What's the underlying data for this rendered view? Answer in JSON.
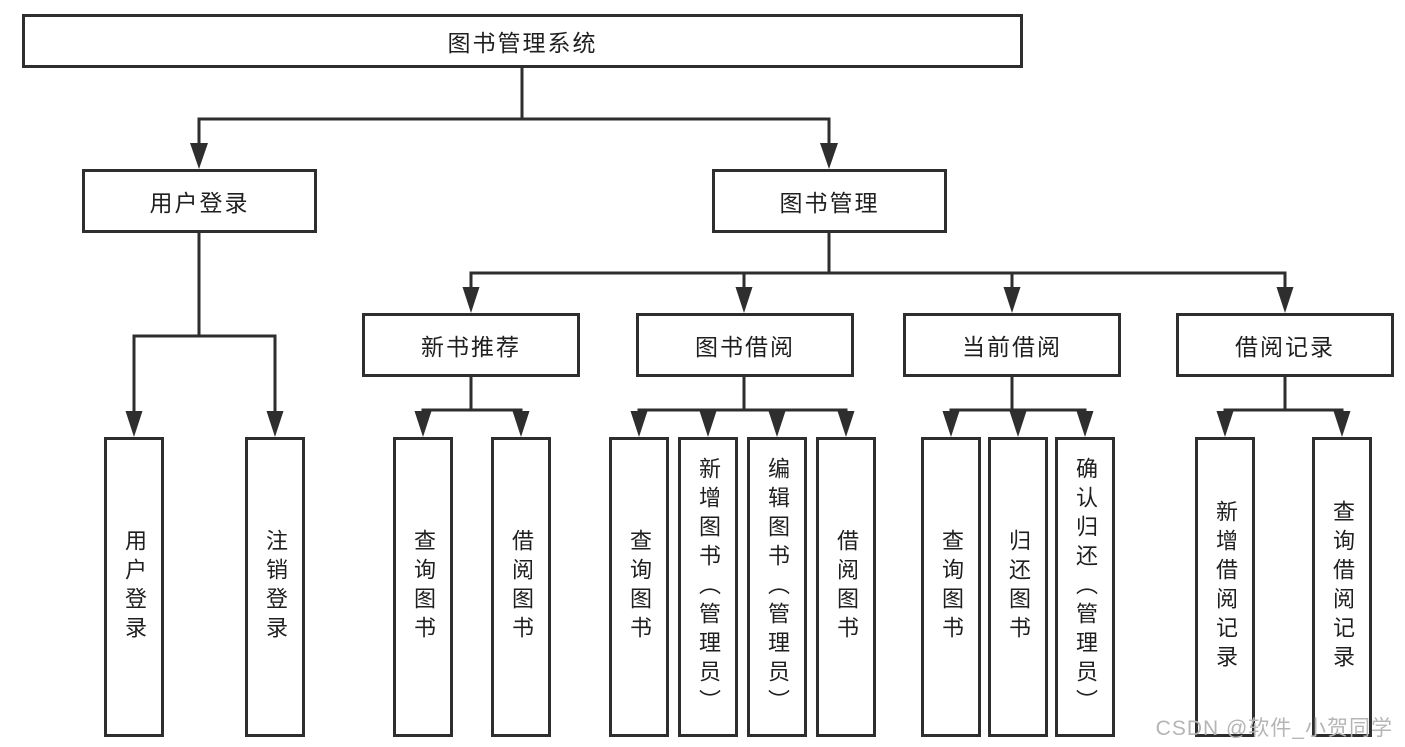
{
  "diagram": {
    "root": {
      "label": "图书管理系统"
    },
    "children": [
      {
        "label": "用户登录",
        "children": [
          {
            "label": "用户登录"
          },
          {
            "label": "注销登录"
          }
        ]
      },
      {
        "label": "图书管理",
        "children": [
          {
            "label": "新书推荐",
            "children": [
              {
                "label": "查询图书"
              },
              {
                "label": "借阅图书"
              }
            ]
          },
          {
            "label": "图书借阅",
            "children": [
              {
                "label": "查询图书"
              },
              {
                "label": "新增图书（管理员）"
              },
              {
                "label": "编辑图书（管理员）"
              },
              {
                "label": "借阅图书"
              }
            ]
          },
          {
            "label": "当前借阅",
            "children": [
              {
                "label": "查询图书"
              },
              {
                "label": "归还图书"
              },
              {
                "label": "确认归还（管理员）"
              }
            ]
          },
          {
            "label": "借阅记录",
            "children": [
              {
                "label": "新增借阅记录"
              },
              {
                "label": "查询借阅记录"
              }
            ]
          }
        ]
      }
    ]
  },
  "watermark": {
    "text": "CSDN @软件_小贺同学"
  },
  "colors": {
    "line": "#2e2e2e",
    "text": "#1f1f1f",
    "watermark": "#b5b5b5",
    "background": "#ffffff"
  }
}
